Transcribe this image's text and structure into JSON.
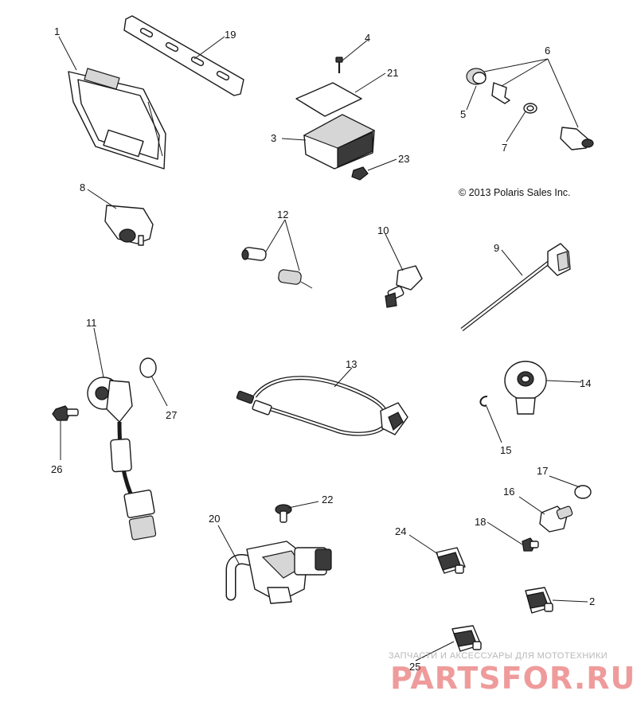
{
  "copyright": "© 2013 Polaris Sales Inc.",
  "callouts": [
    "1",
    "2",
    "3",
    "4",
    "5",
    "6",
    "7",
    "8",
    "9",
    "10",
    "11",
    "12",
    "13",
    "14",
    "15",
    "16",
    "17",
    "18",
    "19",
    "20",
    "21",
    "22",
    "23",
    "24",
    "25",
    "26",
    "27"
  ],
  "watermark": {
    "subtitle": "ЗАПЧАСТИ И АКСЕССУАРЫ ДЛЯ МОТОТЕХНИКИ",
    "logo": "PARTSFOR.RU"
  }
}
